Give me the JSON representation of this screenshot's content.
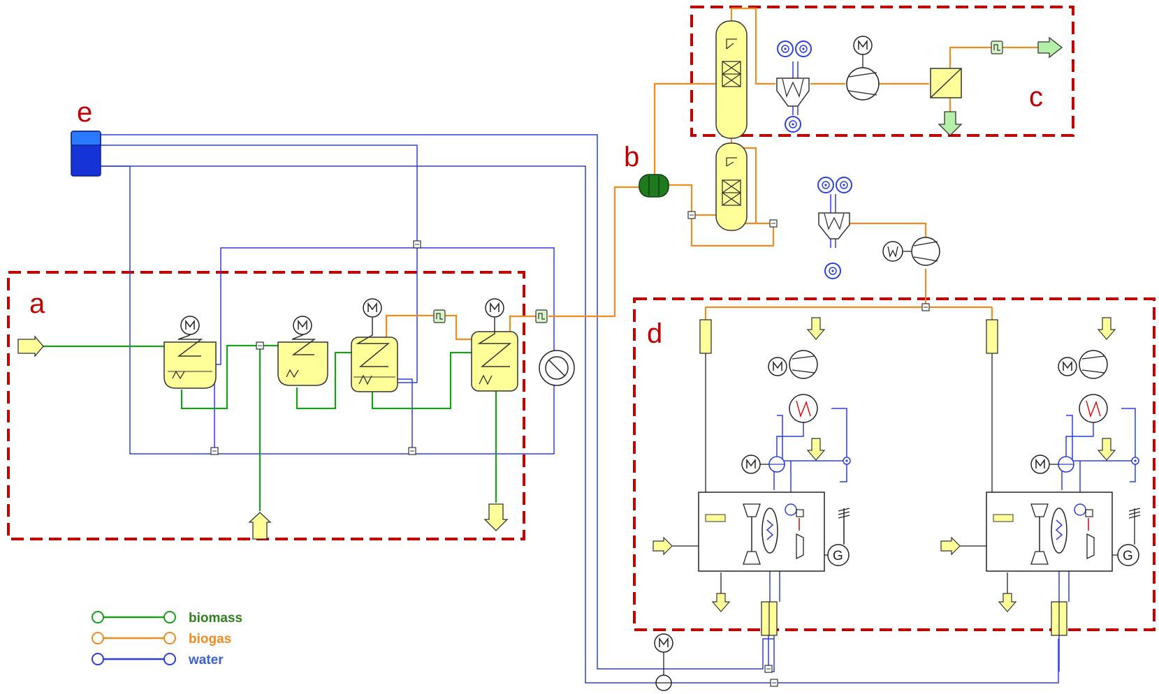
{
  "zones": {
    "a": "a",
    "b": "b",
    "c": "c",
    "d": "d",
    "e": "e"
  },
  "legend": {
    "biomass": "biomass",
    "biogas": "biogas",
    "water": "water"
  },
  "colors": {
    "biomass": "#1a9e1a",
    "biogas": "#f28a1e",
    "water": "#2b3fe0",
    "zone_border": "#c00000",
    "vessel_fill": "#ffff99"
  },
  "symbols": {
    "motor": "M",
    "generator": "G",
    "heat_exchanger_mark": "W"
  }
}
